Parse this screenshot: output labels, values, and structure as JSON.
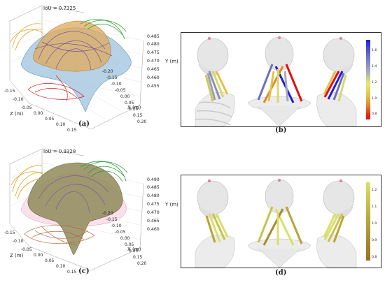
{
  "panels": {
    "a": {
      "caption": "(a)",
      "iou": "IoU = 0.7325",
      "y_ticks": [
        "0.485",
        "0.480",
        "0.475",
        "0.470",
        "0.465",
        "0.460",
        "0.455"
      ],
      "y_label": "Y (m)",
      "x_ticks": [
        "0.20",
        "0.15",
        "0.10",
        "0.05",
        "0.00",
        "-0.05",
        "-0.10",
        "-0.15",
        "-0.20"
      ],
      "x_label": "X (m)",
      "z_ticks": [
        "-0.15",
        "-0.10",
        "-0.05",
        "0.00",
        "0.05",
        "0.10",
        "0.15"
      ],
      "z_label": "Z (m)"
    },
    "b": {
      "caption": "(b)",
      "colorbar_ticks": [
        "1.6",
        "1.4",
        "1.2",
        "1.0",
        "0.8"
      ],
      "colorbar_colors": [
        "#1f1fd6",
        "#6b6fc0",
        "#a8a8c0",
        "#e8e86a",
        "#e4c24a",
        "#e08a2a",
        "#e23a1a",
        "#e01010"
      ]
    },
    "c": {
      "caption": "(c)",
      "iou": "IoU = 0.9328",
      "y_ticks": [
        "0.490",
        "0.485",
        "0.480",
        "0.475",
        "0.470",
        "0.465",
        "0.460"
      ],
      "y_label": "Y (m)",
      "x_ticks": [
        "0.20",
        "0.15",
        "0.10",
        "0.05",
        "0.00",
        "-0.05",
        "-0.10",
        "-0.15",
        "-0.20"
      ],
      "x_label": "X (m)",
      "z_ticks": [
        "-0.15",
        "-0.10",
        "-0.05",
        "0.00",
        "0.05",
        "0.10",
        "0.15"
      ],
      "z_label": "Z (m)"
    },
    "d": {
      "caption": "(d)",
      "colorbar_ticks": [
        "1.2",
        "1.1",
        "1.0",
        "0.9",
        "0.8"
      ],
      "colorbar_colors": [
        "#d8e06a",
        "#c8c24a",
        "#b8a438",
        "#a88a2c",
        "#98701e"
      ]
    }
  }
}
